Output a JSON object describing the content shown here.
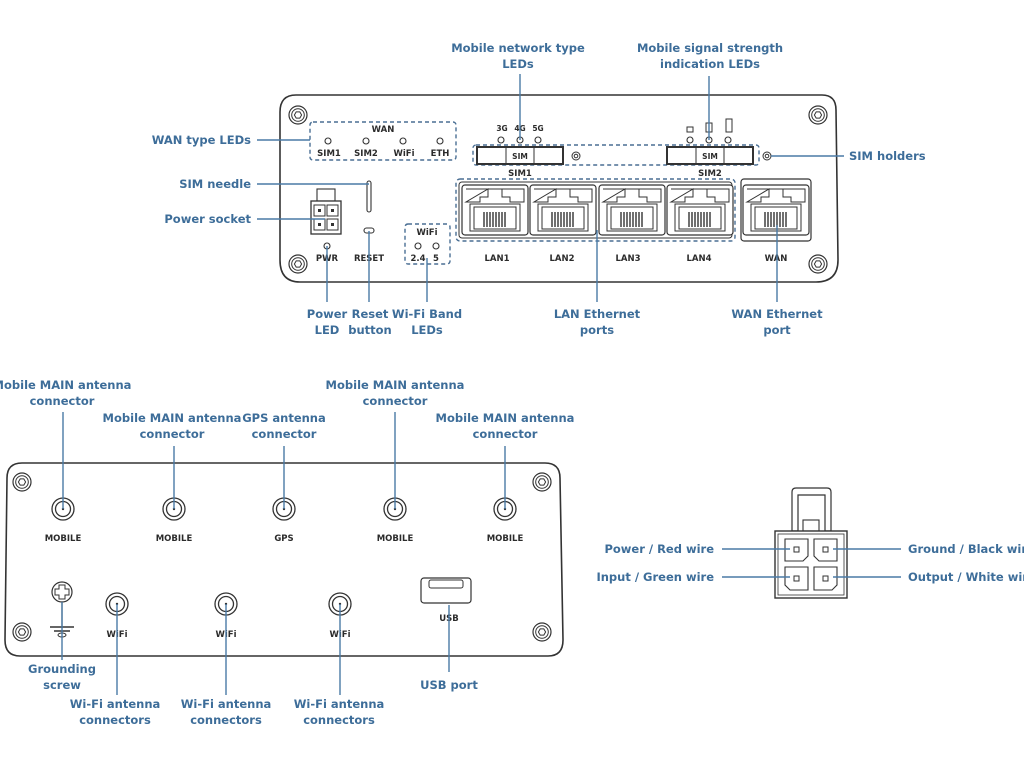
{
  "colors": {
    "label": "#3d6d99",
    "leader": "#4a7aa6",
    "outline": "#333333",
    "dashed_group": "#4a6f94"
  },
  "front_panel": {
    "callouts": {
      "mobile_network_type_leds": [
        "Mobile network type",
        "LEDs"
      ],
      "mobile_signal_strength_leds": [
        "Mobile signal strength",
        "indication LEDs"
      ],
      "wan_type_leds": "WAN type LEDs",
      "sim_holders": "SIM holders",
      "sim_needle": "SIM needle",
      "power_socket": "Power socket",
      "power_led": [
        "Power",
        "LED"
      ],
      "reset_button": [
        "Reset",
        "button"
      ],
      "wifi_band_leds": [
        "Wi-Fi Band",
        "LEDs"
      ],
      "lan_ethernet_ports": [
        "LAN Ethernet",
        "ports"
      ],
      "wan_ethernet_port": [
        "WAN Ethernet",
        "port"
      ]
    },
    "wan_group": {
      "title": "WAN",
      "leds": [
        "SIM1",
        "SIM2",
        "WiFi",
        "ETH"
      ]
    },
    "network_type_leds": [
      "3G",
      "4G",
      "5G"
    ],
    "signal_leds": [
      "weak",
      "medium",
      "strong"
    ],
    "sim_slots": [
      {
        "tray_label": "SIM",
        "name": "SIM1"
      },
      {
        "tray_label": "SIM",
        "name": "SIM2"
      }
    ],
    "pwr_label": "PWR",
    "reset_label": "RESET",
    "wifi_group": {
      "title": "WiFi",
      "bands": [
        "2.4",
        "5"
      ]
    },
    "lan_ports": [
      "LAN1",
      "LAN2",
      "LAN3",
      "LAN4"
    ],
    "wan_port": "WAN"
  },
  "rear_panel": {
    "callouts": {
      "mobile_1": [
        "Mobile MAIN antenna",
        "connector"
      ],
      "mobile_2": [
        "Mobile MAIN antenna",
        "connector"
      ],
      "gps": [
        "GPS antenna",
        "connector"
      ],
      "mobile_3": [
        "Mobile MAIN antenna",
        "connector"
      ],
      "mobile_4": [
        "Mobile MAIN antenna",
        "connector"
      ],
      "grounding": [
        "Grounding",
        "screw"
      ],
      "wifi_1": [
        "Wi-Fi antenna",
        "connectors"
      ],
      "wifi_2": [
        "Wi-Fi antenna",
        "connectors"
      ],
      "wifi_3": [
        "Wi-Fi antenna",
        "connectors"
      ],
      "usb": "USB port"
    },
    "top_connectors": [
      "MOBILE",
      "MOBILE",
      "GPS",
      "MOBILE",
      "MOBILE"
    ],
    "bottom_connectors": [
      "WiFi",
      "WiFi",
      "WiFi"
    ],
    "usb_label": "USB"
  },
  "power_connector": {
    "pins": [
      {
        "label": "Power / Red wire",
        "side": "left",
        "row": 1
      },
      {
        "label": "Ground / Black wire",
        "side": "right",
        "row": 1
      },
      {
        "label": "Input / Green wire",
        "side": "left",
        "row": 2
      },
      {
        "label": "Output / White wire",
        "side": "right",
        "row": 2
      }
    ]
  }
}
